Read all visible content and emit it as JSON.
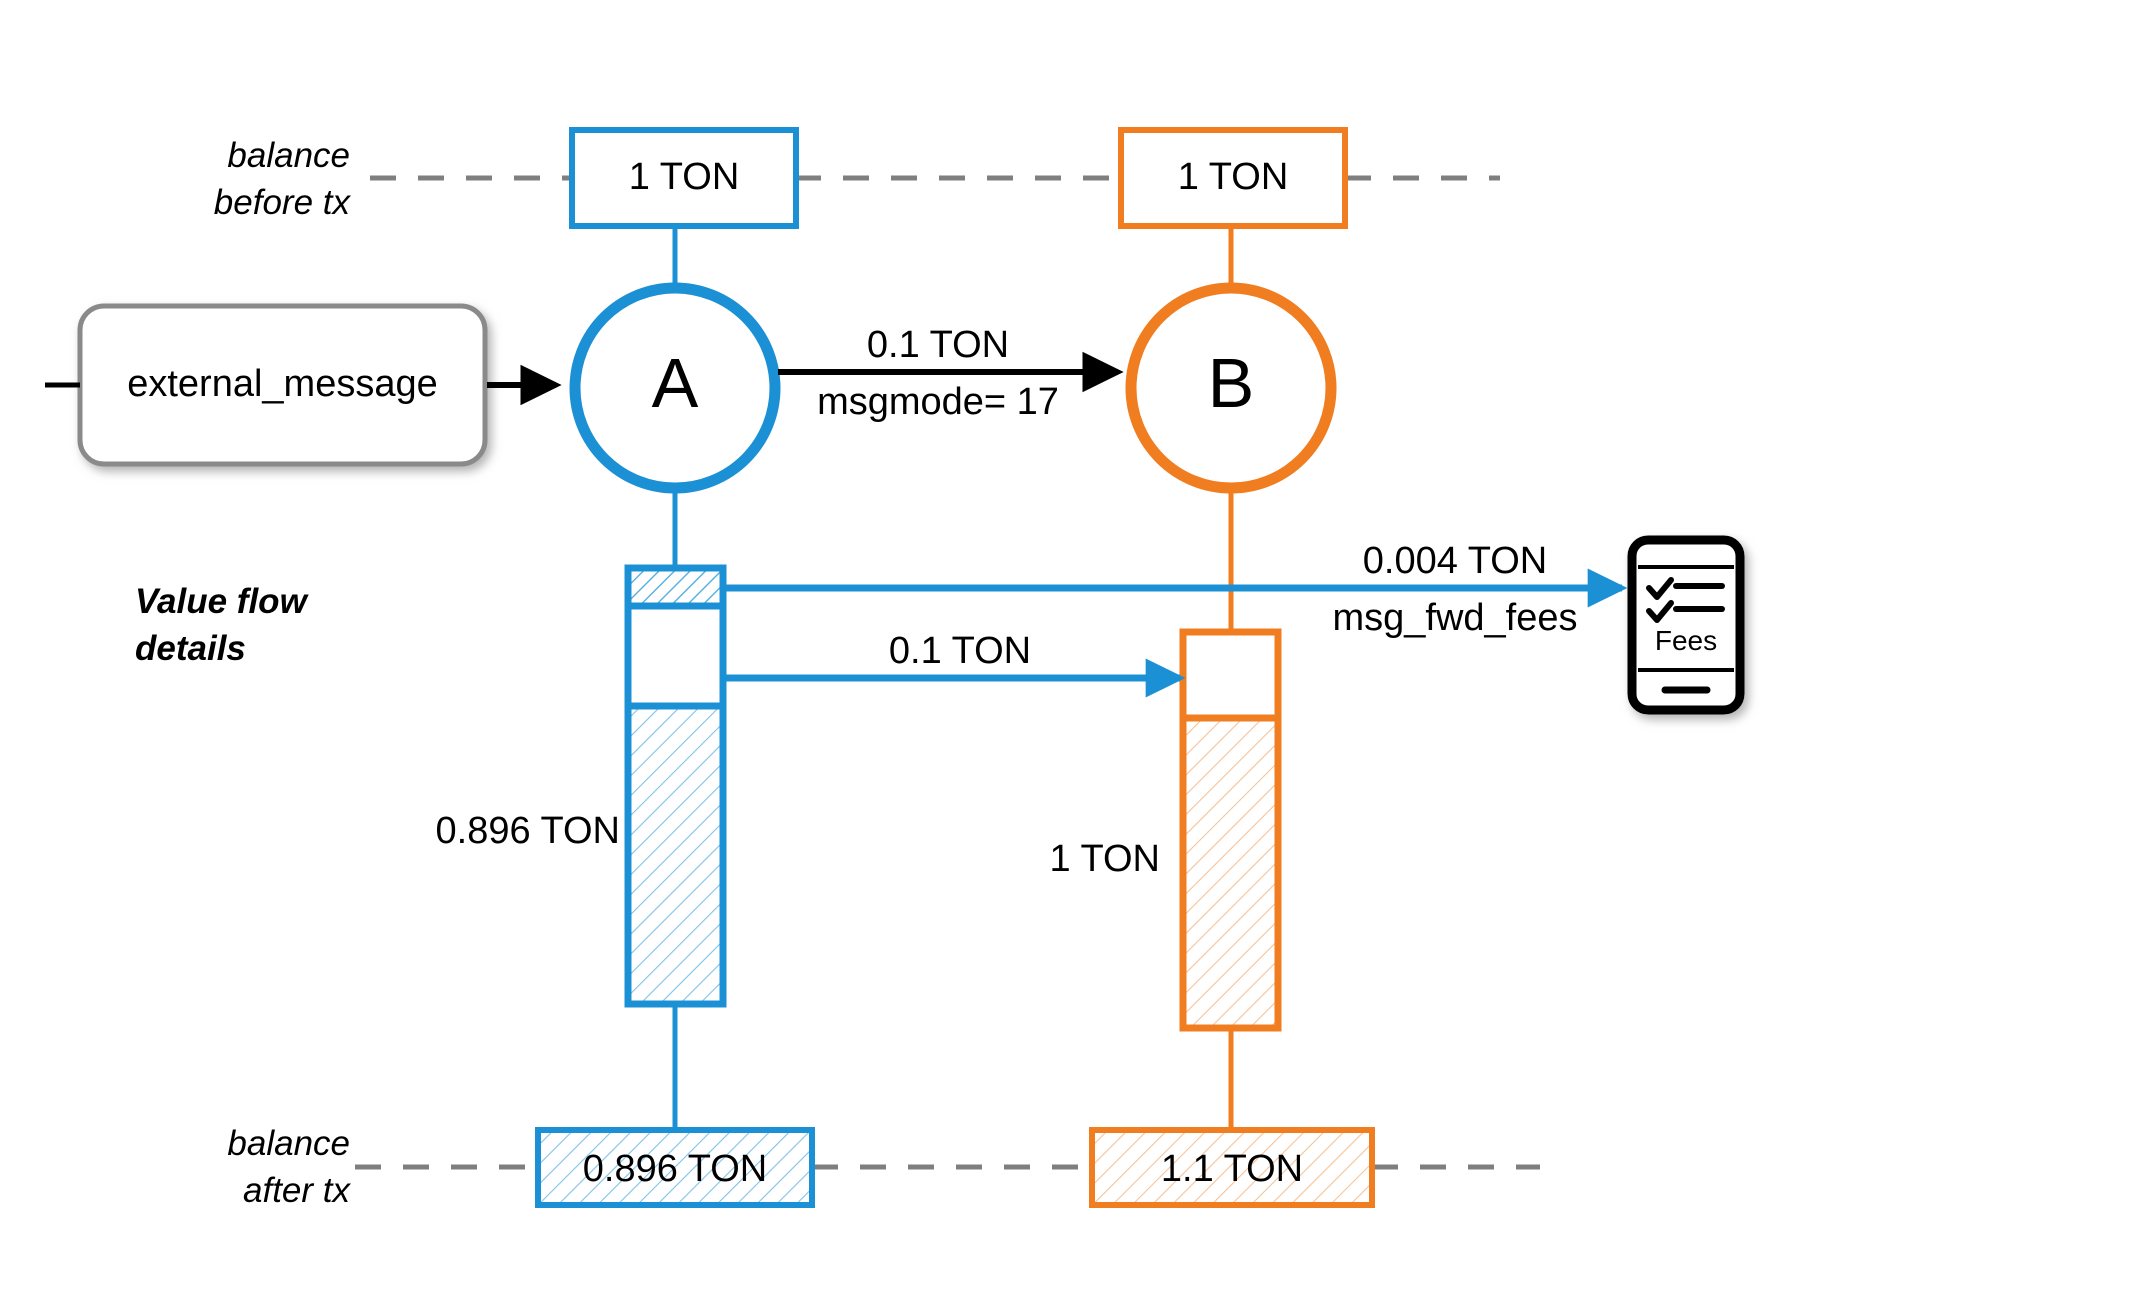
{
  "diagram": {
    "title_row_labels": {
      "balance_before": "balance\nbefore tx",
      "value_flow": "Value flow\ndetails",
      "balance_after": "balance\nafter tx"
    },
    "colors": {
      "blue": "#1c90d4",
      "orange": "#f07d20",
      "black": "#000000",
      "gray": "#7f7f7f",
      "white": "#ffffff"
    },
    "nodes": [
      {
        "id": "A",
        "label": "A",
        "color": "#1c90d4"
      },
      {
        "id": "B",
        "label": "B",
        "color": "#f07d20"
      }
    ],
    "external_message": {
      "label": "external_message"
    },
    "balance_before": [
      {
        "owner": "A",
        "value": "1 TON",
        "color": "#1c90d4"
      },
      {
        "owner": "B",
        "value": "1 TON",
        "color": "#f07d20"
      }
    ],
    "balance_after": [
      {
        "owner": "A",
        "value": "0.896 TON",
        "color": "#1c90d4"
      },
      {
        "owner": "B",
        "value": "1.1 TON",
        "color": "#f07d20"
      }
    ],
    "edges": [
      {
        "id": "a-to-b",
        "value": "0.1 TON",
        "note": "msgmode= 17",
        "color": "#000000"
      },
      {
        "id": "a-fees",
        "value": "0.004 TON",
        "note": "msg_fwd_fees",
        "color": "#1c90d4"
      },
      {
        "id": "a-transfer",
        "value": "0.1 TON",
        "note": "",
        "color": "#1c90d4"
      }
    ],
    "bars": [
      {
        "owner": "A",
        "remaining_label": "0.896 TON",
        "color": "#1c90d4"
      },
      {
        "owner": "B",
        "remaining_label": "1 TON",
        "color": "#f07d20"
      }
    ],
    "fees_device": {
      "label": "Fees",
      "icon": "phone-checklist-icon"
    }
  }
}
